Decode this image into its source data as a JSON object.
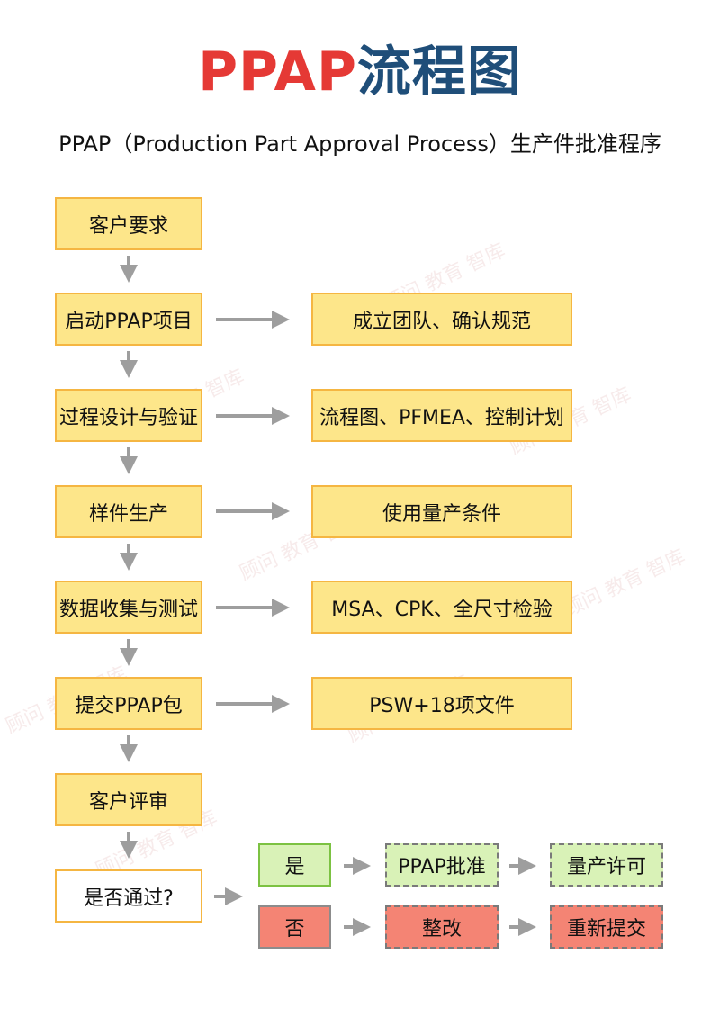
{
  "title": {
    "part1": "PPAP",
    "part2": "流程图"
  },
  "subtitle": "PPAP（Production Part Approval Process）生产件批准程序",
  "main_steps": [
    "客户要求",
    "启动PPAP项目",
    "过程设计与验证",
    "样件生产",
    "数据收集与测试",
    "提交PPAP包",
    "客户评审"
  ],
  "side_notes": [
    "成立团队、确认规范",
    "流程图、PFMEA、控制计划",
    "使用量产条件",
    "MSA、CPK、全尺寸检验",
    "PSW+18项文件"
  ],
  "decision": {
    "question": "是否通过?",
    "yes": "是",
    "no": "否",
    "yes_path": [
      "PPAP批准",
      "量产许可"
    ],
    "no_path": [
      "整改",
      "重新提交"
    ]
  },
  "watermark": "顾问 教育 智库",
  "colors": {
    "title_red": "#e53935",
    "title_blue": "#1f4e79",
    "step_fill": "#fde68a",
    "step_border": "#f5b642",
    "yes_fill": "#d9f2b7",
    "no_fill": "#f48474",
    "arrow": "#9e9e9e"
  }
}
